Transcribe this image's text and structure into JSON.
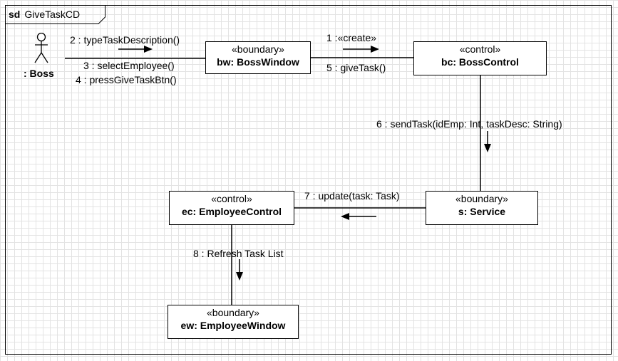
{
  "diagram": {
    "frame_keyword": "sd",
    "frame_name": "GiveTaskCD"
  },
  "actor": {
    "name": ": Boss"
  },
  "objects": {
    "boss_window": {
      "stereotype": "«boundary»",
      "name": "bw: BossWindow"
    },
    "boss_control": {
      "stereotype": "«control»",
      "name": "bc: BossControl"
    },
    "service": {
      "stereotype": "«boundary»",
      "name": "s: Service"
    },
    "employee_control": {
      "stereotype": "«control»",
      "name": "ec: EmployeeControl"
    },
    "employee_window": {
      "stereotype": "«boundary»",
      "name": "ew: EmployeeWindow"
    }
  },
  "messages": {
    "m1": "1 :«create»",
    "m2": "2 : typeTaskDescription()",
    "m3": "3 : selectEmployee()",
    "m4": "4 : pressGiveTaskBtn()",
    "m5": "5 : giveTask()",
    "m6": "6 : sendTask(idEmp: Int, taskDesc: String)",
    "m7": "7 : update(task: Task)",
    "m8": "8 : Refresh Task List"
  }
}
